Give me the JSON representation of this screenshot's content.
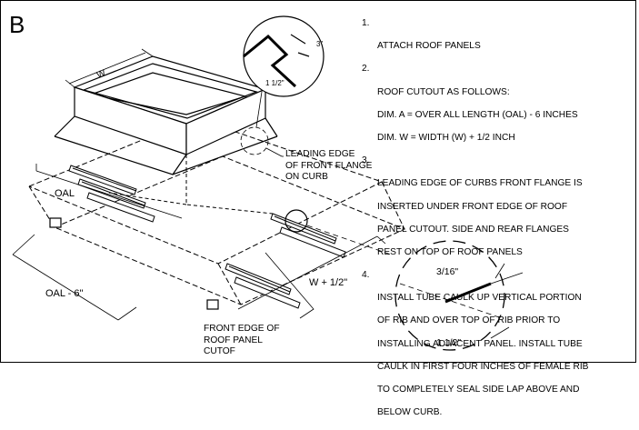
{
  "section_letter": "B",
  "notes": [
    {
      "num": "1.",
      "lines": [
        "ATTACH ROOF PANELS"
      ]
    },
    {
      "num": "2.",
      "lines": [
        "ROOF CUTOUT AS FOLLOWS:",
        "DIM. A = OVER ALL LENGTH (OAL) - 6 INCHES",
        "DIM. W = WIDTH (W) + 1/2 INCH"
      ]
    },
    {
      "num": "3.",
      "lines": [
        "LEADING EDGE OF CURBS FRONT FLANGE IS",
        "INSERTED UNDER FRONT EDGE OF ROOF",
        "PANEL CUTOUT.  SIDE AND REAR FLANGES",
        "REST ON TOP OF ROOF PANELS"
      ]
    },
    {
      "num": "4.",
      "lines": [
        "INSTALL TUBE CAULK UP VERTICAL PORTION",
        "OF RIB AND OVER TOP OF RIB PRIOR TO",
        "INSTALLING ADJACENT PANEL.  INSTALL TUBE",
        "CAULK IN FIRST FOUR INCHES OF FEMALE RIB",
        "TO COMPLETELY SEAL SIDE LAP ABOVE AND",
        "BELOW CURB."
      ]
    }
  ],
  "callouts": {
    "leading_edge": [
      "LEADING EDGE",
      "OF FRONT FLANGE",
      "ON CURB"
    ],
    "front_edge": [
      "FRONT EDGE OF",
      "ROOF PANEL",
      "CUTOF"
    ]
  },
  "dimensions": {
    "w": "W",
    "oal": "OAL",
    "oal_minus": "OAL - 6\"",
    "w_plus": "W + 1/2\"",
    "detail_top_3": "3\"",
    "detail_top_1half": "1 1/2\"",
    "detail_bottom_3_16": "3/16\"",
    "detail_bottom_1half": "1 1/2\""
  }
}
